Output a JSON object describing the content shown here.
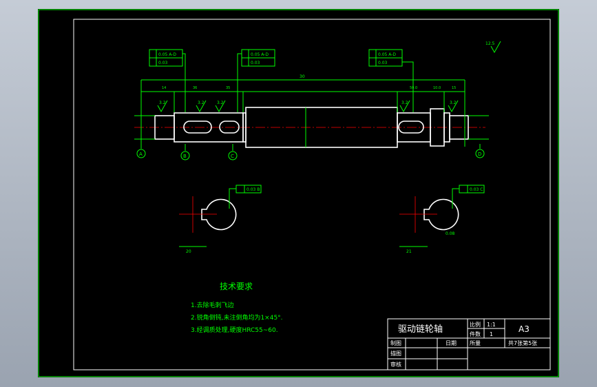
{
  "title_block": {
    "part_name": "驱动链轮轴",
    "scale_label": "比例",
    "scale_value": "1:1",
    "qty_label": "件数",
    "qty_value": "1",
    "sheet_size": "A3",
    "drawn_label": "制图",
    "drawing_label": "描图",
    "check_label": "审核",
    "date_label": "日期",
    "material_label": "所量",
    "sheet_count": "共7张第5张"
  },
  "tech_req": {
    "title": "技术要求",
    "items": [
      "1.去除毛刺飞边",
      "2.锐角倒钝,未注倒角均为1×45°.",
      "3.经调质处理,硬度HRC55~60."
    ]
  },
  "roughness": {
    "corner": "12.5",
    "values": [
      "3.2",
      "3.2",
      "3.2",
      "3.2",
      "3.2"
    ]
  },
  "tolerance_frames": {
    "left": {
      "row1": "0.05 A-D",
      "row2": "0.03"
    },
    "middle": {
      "row1": "0.05 A-D",
      "row2": "0.03"
    },
    "right": {
      "row1": "0.05 A-D",
      "row2": "0.03"
    },
    "section_b": "0.03 B",
    "section_c": "0.03 C"
  },
  "datums": [
    "A",
    "B",
    "C",
    "D"
  ],
  "dims": {
    "overall": "30",
    "d1": "14",
    "d2": "36",
    "d3": "35",
    "d4": "50.0",
    "d5": "10.0",
    "d6": "15",
    "section_left_width": "20",
    "section_right_width": "21",
    "section_right_depth": "0.08"
  }
}
